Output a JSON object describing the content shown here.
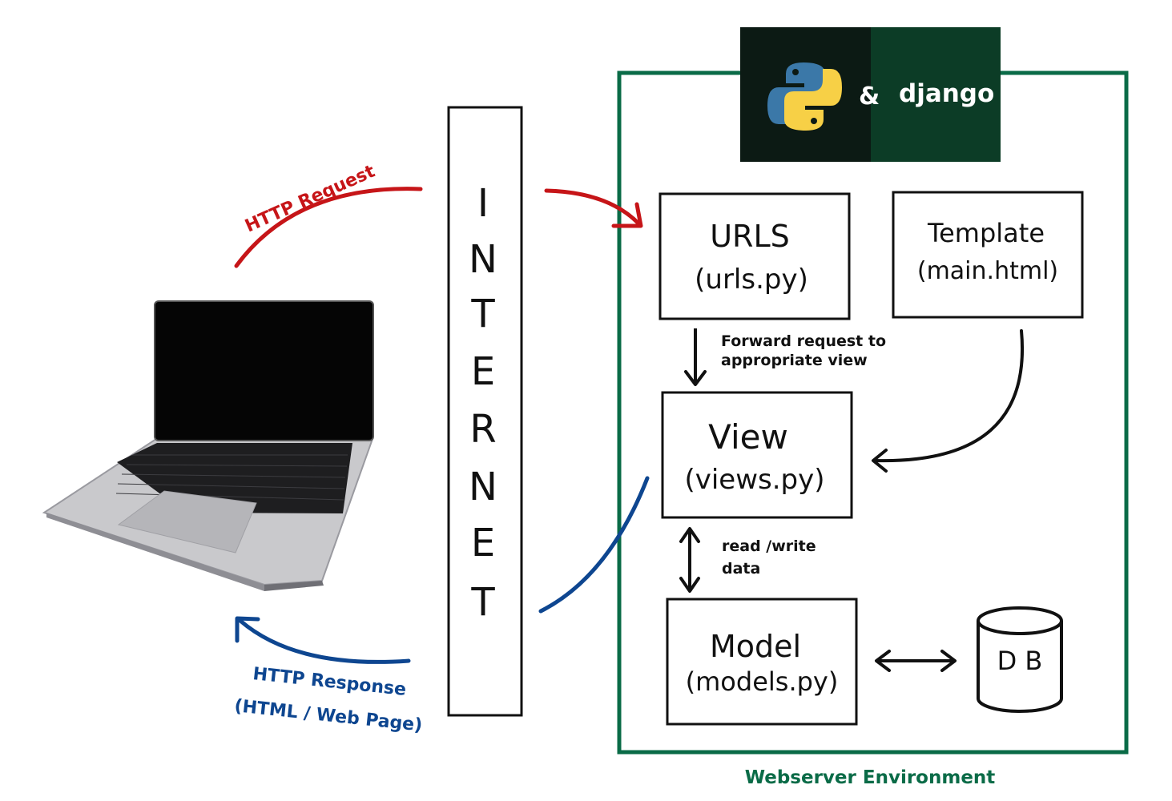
{
  "logo": {
    "ampersand": "&",
    "django": "django",
    "dark_bg": "#0c1a14",
    "django_bg": "#0c3c26",
    "python_blue": "#3b78a8",
    "python_yellow": "#f7d046"
  },
  "internet": {
    "letters": [
      "I",
      "N",
      "T",
      "E",
      "R",
      "N",
      "E",
      "T"
    ]
  },
  "client": {
    "device": "laptop"
  },
  "request": {
    "label": "HTTP Request",
    "color": "#c61518"
  },
  "response": {
    "label_line1": "HTTP Response",
    "label_line2": "(HTML / Web Page)",
    "color": "#0e4690"
  },
  "server": {
    "label": "Webserver Environment",
    "border_color": "#0a6b47"
  },
  "components": {
    "urls": {
      "title": "URLS",
      "file": "(urls.py)"
    },
    "template": {
      "title": "Template",
      "file": "(main.html)"
    },
    "view": {
      "title": "View",
      "file": "(views.py)"
    },
    "model": {
      "title": "Model",
      "file": "(models.py)"
    },
    "db": {
      "label": "D B"
    }
  },
  "notes": {
    "forward_line1": "Forward request to",
    "forward_line2": "appropriate view",
    "rw_line1": "read /write",
    "rw_line2": "data"
  }
}
